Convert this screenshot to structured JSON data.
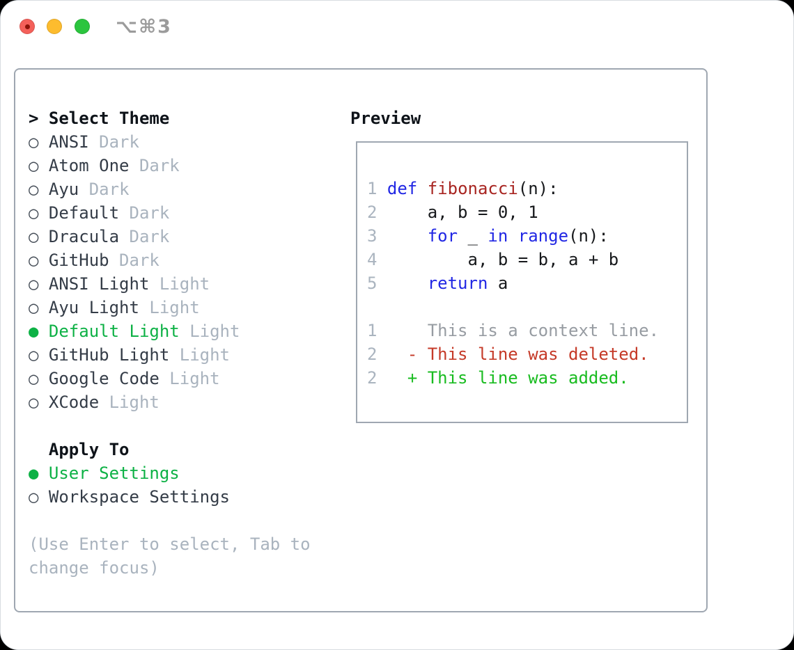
{
  "window": {
    "shortcut_label": "⌥⌘3",
    "traffic_lights": [
      {
        "name": "close-button",
        "color": "#f4605a",
        "dot": "#8c1309"
      },
      {
        "name": "minimize-button",
        "color": "#fdbc2e",
        "dot": ""
      },
      {
        "name": "zoom-button",
        "color": "#2bc53e",
        "dot": ""
      }
    ]
  },
  "theme_picker": {
    "cursor": ">",
    "title": "Select Theme",
    "radio_selected_glyph": "●",
    "radio_unselected_glyph": "○",
    "items": [
      {
        "label": "ANSI",
        "variant": "Dark",
        "selected": false
      },
      {
        "label": "Atom One",
        "variant": "Dark",
        "selected": false
      },
      {
        "label": "Ayu",
        "variant": "Dark",
        "selected": false
      },
      {
        "label": "Default",
        "variant": "Dark",
        "selected": false
      },
      {
        "label": "Dracula",
        "variant": "Dark",
        "selected": false
      },
      {
        "label": "GitHub",
        "variant": "Dark",
        "selected": false
      },
      {
        "label": "ANSI Light",
        "variant": "Light",
        "selected": false
      },
      {
        "label": "Ayu Light",
        "variant": "Light",
        "selected": false
      },
      {
        "label": "Default Light",
        "variant": "Light",
        "selected": true
      },
      {
        "label": "GitHub Light",
        "variant": "Light",
        "selected": false
      },
      {
        "label": "Google Code",
        "variant": "Light",
        "selected": false
      },
      {
        "label": "XCode",
        "variant": "Light",
        "selected": false
      }
    ],
    "apply_to": {
      "title": "Apply To",
      "options": [
        {
          "label": "User Settings",
          "selected": true
        },
        {
          "label": "Workspace Settings",
          "selected": false
        }
      ]
    },
    "hint_lines": [
      "(Use Enter to select, Tab to",
      "change focus)"
    ]
  },
  "preview": {
    "title": "Preview",
    "lines": [
      {
        "name": "code-line-1",
        "segs": [
          [
            "ln",
            "1"
          ],
          [
            "pl",
            " "
          ],
          [
            "kw",
            "def"
          ],
          [
            "pl",
            " "
          ],
          [
            "fn",
            "fibonacci"
          ],
          [
            "pl",
            "(n):"
          ]
        ]
      },
      {
        "name": "code-line-2",
        "segs": [
          [
            "ln",
            "2"
          ],
          [
            "pl",
            "     a, b = 0, 1"
          ]
        ]
      },
      {
        "name": "code-line-3",
        "segs": [
          [
            "ln",
            "3"
          ],
          [
            "pl",
            "     "
          ],
          [
            "kw",
            "for"
          ],
          [
            "pl",
            " _ "
          ],
          [
            "kw",
            "in"
          ],
          [
            "pl",
            " "
          ],
          [
            "kw",
            "range"
          ],
          [
            "pl",
            "(n):"
          ]
        ]
      },
      {
        "name": "code-line-4",
        "segs": [
          [
            "ln",
            "4"
          ],
          [
            "pl",
            "         a, b = b, a + b"
          ]
        ]
      },
      {
        "name": "code-line-5",
        "segs": [
          [
            "ln",
            "5"
          ],
          [
            "pl",
            "     "
          ],
          [
            "kw",
            "return"
          ],
          [
            "pl",
            " a"
          ]
        ]
      },
      {
        "name": "blank-line",
        "segs": []
      },
      {
        "name": "diff-context-line",
        "segs": [
          [
            "ln",
            "1"
          ],
          [
            "ctx",
            "     This is a context line."
          ]
        ]
      },
      {
        "name": "diff-deleted-line",
        "segs": [
          [
            "ln",
            "2"
          ],
          [
            "pl",
            "   "
          ],
          [
            "del",
            "- This line was deleted."
          ]
        ]
      },
      {
        "name": "diff-added-line",
        "segs": [
          [
            "ln",
            "2"
          ],
          [
            "pl",
            "   "
          ],
          [
            "add",
            "+ This line was added."
          ]
        ]
      }
    ]
  },
  "colors": {
    "accent-green": "#0db145",
    "keyword-blue": "#2127e4",
    "function-red": "#a82521",
    "diff-del": "#c53a28",
    "diff-add": "#19bc20",
    "muted-gray": "#a9b3be",
    "context-gray": "#979ca2",
    "text-dark": "#343c47",
    "heading-black": "#0e1319",
    "line-number": "#aab4bf",
    "panel-border": "#9fa7b1"
  }
}
